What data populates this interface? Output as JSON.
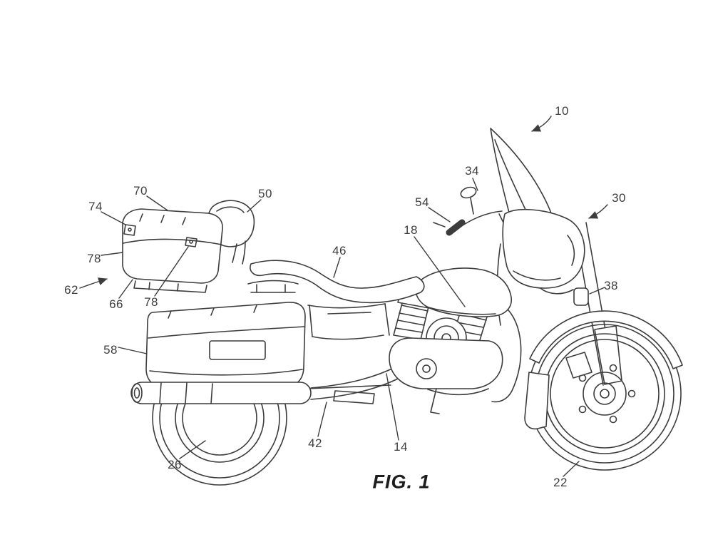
{
  "figure": {
    "caption": "FIG. 1",
    "figure_number": "1",
    "type": "patent line drawing",
    "subject": "touring motorcycle, left side elevation view",
    "line_color": "#3c3c3c",
    "background_color": "#ffffff"
  },
  "labels": [
    {
      "text": "10",
      "arrow": true
    },
    {
      "text": "30",
      "arrow": true
    },
    {
      "text": "34",
      "arrow": false
    },
    {
      "text": "54",
      "arrow": false
    },
    {
      "text": "18",
      "arrow": false
    },
    {
      "text": "46",
      "arrow": false
    },
    {
      "text": "50",
      "arrow": false
    },
    {
      "text": "70",
      "arrow": false
    },
    {
      "text": "74",
      "arrow": false
    },
    {
      "text": "78",
      "arrow": false
    },
    {
      "text": "62",
      "arrow": true
    },
    {
      "text": "66",
      "arrow": false
    },
    {
      "text": "78",
      "arrow": false
    },
    {
      "text": "58",
      "arrow": false
    },
    {
      "text": "26",
      "arrow": false
    },
    {
      "text": "42",
      "arrow": false
    },
    {
      "text": "14",
      "arrow": false
    },
    {
      "text": "22",
      "arrow": false
    },
    {
      "text": "38",
      "arrow": false
    }
  ]
}
